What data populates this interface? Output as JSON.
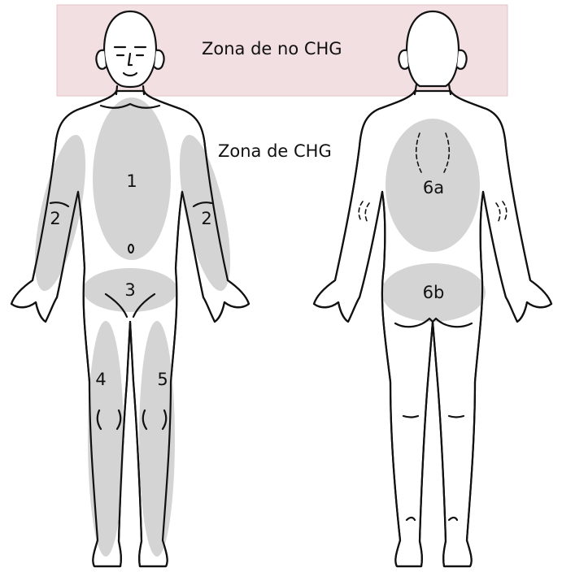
{
  "labels": {
    "no_chg_zone": "Zona de no CHG",
    "chg_zone": "Zona de CHG"
  },
  "regions": {
    "r1": "1",
    "r2_left": "2",
    "r2_right": "2",
    "r3": "3",
    "r4": "4",
    "r5": "5",
    "r6a": "6a",
    "r6b": "6b"
  },
  "colors": {
    "no_chg_zone": "#f2dfe1",
    "no_chg_zone_border": "#e7c3c7",
    "chg_area": "#d4d4d4",
    "outline": "#111111"
  }
}
